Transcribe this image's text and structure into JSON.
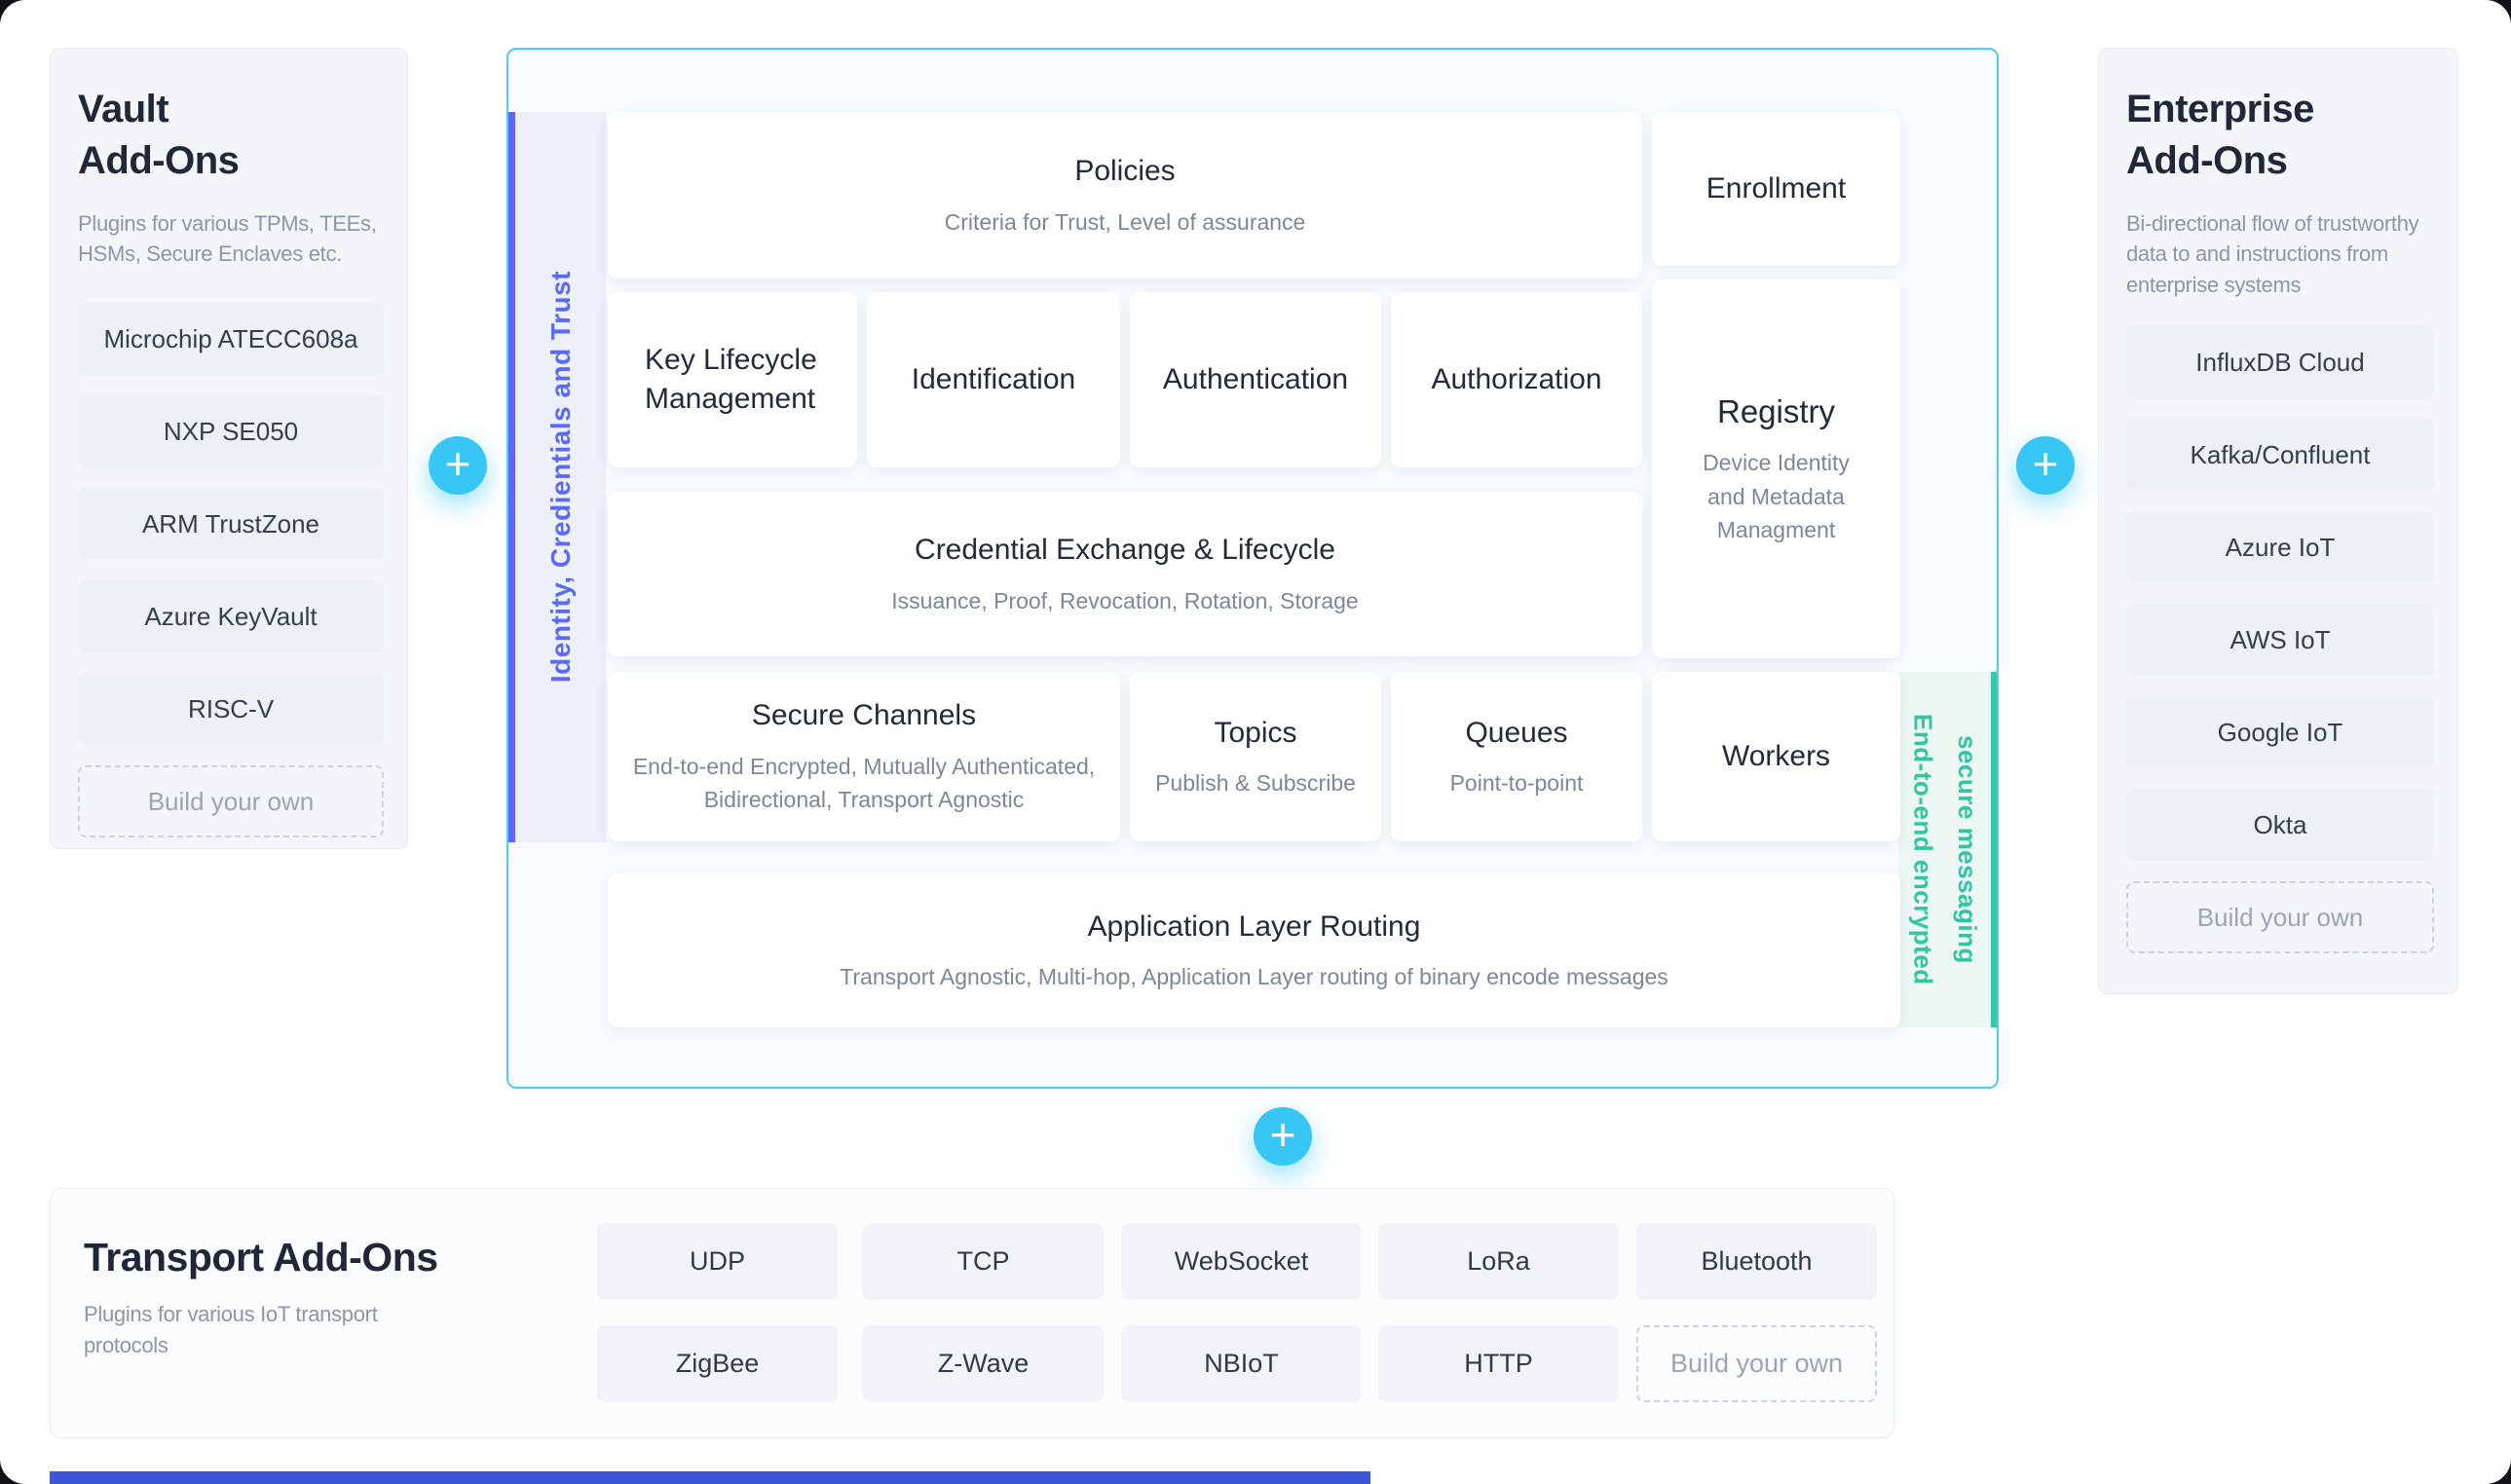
{
  "vault": {
    "title_line1": "Vault",
    "title_line2": "Add-Ons",
    "description": "Plugins for various TPMs, TEEs,\nHSMs, Secure Enclaves etc.",
    "items": [
      "Microchip ATECC608a",
      "NXP SE050",
      "ARM TrustZone",
      "Azure KeyVault",
      "RISC-V"
    ],
    "build_label": "Build your own"
  },
  "enterprise": {
    "title_line1": "Enterprise",
    "title_line2": "Add-Ons",
    "description": "Bi-directional flow of trustworthy\ndata to and instructions from\nenterprise systems",
    "items": [
      "InfluxDB Cloud",
      "Kafka/Confluent",
      "Azure IoT",
      "AWS IoT",
      "Google IoT",
      "Okta"
    ],
    "build_label": "Build your own"
  },
  "transport": {
    "title": "Transport Add-Ons",
    "description": "Plugins for various IoT transport\nprotocols",
    "items": [
      "UDP",
      "TCP",
      "WebSocket",
      "LoRa",
      "Bluetooth",
      "ZigBee",
      "Z-Wave",
      "NBIoT",
      "HTTP"
    ],
    "build_label": "Build your own"
  },
  "diagram": {
    "left_rail_label": "Identity, Credientials and Trust",
    "right_rail_line1": "End-to-end encrypted",
    "right_rail_line2": "secure messaging",
    "policies": {
      "title": "Policies",
      "subtitle": "Criteria for Trust, Level of assurance"
    },
    "enrollment": {
      "title": "Enrollment"
    },
    "key_lifecycle": {
      "title": "Key Lifecycle\nManagement"
    },
    "identification": {
      "title": "Identification"
    },
    "authentication": {
      "title": "Authentication"
    },
    "authorization": {
      "title": "Authorization"
    },
    "registry": {
      "title": "Registry",
      "subtitle": "Device Identity\nand Metadata\nManagment"
    },
    "credential_exchange": {
      "title": "Credential Exchange & Lifecycle",
      "subtitle": "Issuance, Proof, Revocation, Rotation, Storage"
    },
    "secure_channels": {
      "title": "Secure Channels",
      "subtitle": "End-to-end Encrypted, Mutually Authenticated,\nBidirectional, Transport Agnostic"
    },
    "topics": {
      "title": "Topics",
      "subtitle": "Publish & Subscribe"
    },
    "queues": {
      "title": "Queues",
      "subtitle": "Point-to-point"
    },
    "workers": {
      "title": "Workers"
    },
    "app_routing": {
      "title": "Application Layer Routing",
      "subtitle": "Transport Agnostic, Multi-hop, Application Layer routing of binary encode messages"
    }
  },
  "plus": {
    "label": "+"
  },
  "colors": {
    "accent_cyan": "#38c6f4",
    "box_border_cyan": "#4ecdf2",
    "rail_indigo": "#5b68ef",
    "rail_teal": "#36c9a6",
    "bottom_bar_blue": "#3c55d9"
  }
}
